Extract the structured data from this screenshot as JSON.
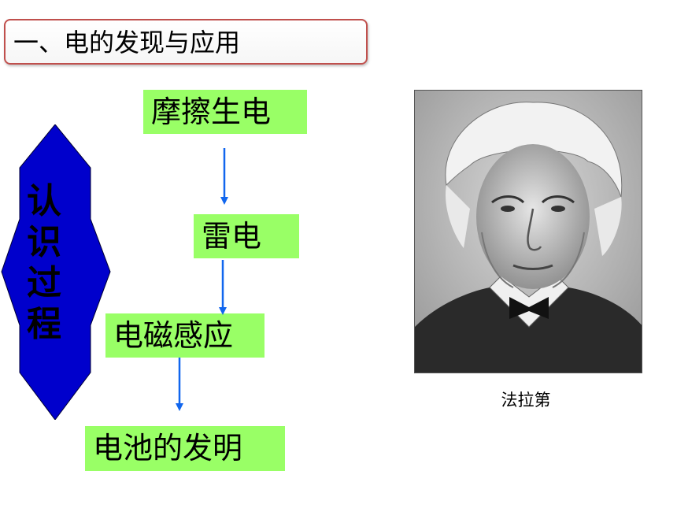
{
  "title": "一、电的发现与应用",
  "side_label": [
    "认",
    "识",
    "过",
    "程"
  ],
  "nodes": {
    "friction": "摩擦生电",
    "lightning": "雷电",
    "induction": "电磁感应",
    "battery": "电池的发明"
  },
  "caption": "法拉第",
  "colors": {
    "node_fill": "#99ff66",
    "hexagon_fill": "#0000cc",
    "arrow": "#1166ee",
    "title_border": "#c0504d"
  }
}
